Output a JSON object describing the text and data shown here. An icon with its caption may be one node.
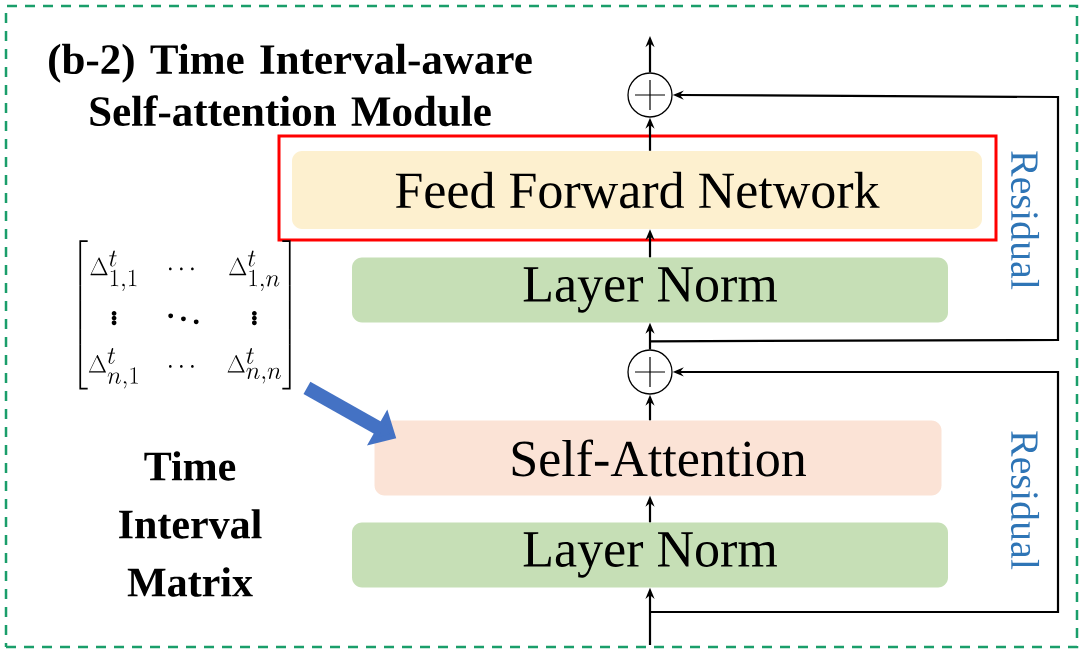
{
  "diagram": {
    "nodes": [
      {
        "text": [
          "(b-2) Time Interval-aware Self-attention Module"
        ]
      },
      {
        "text": [],
        "shape": "box",
        "in": 0
      },
      {
        "text": [
          "Feed Forward Network"
        ],
        "in": 1
      },
      {
        "text": [
          "Layer Norm"
        ],
        "in": 0
      },
      {
        "text": [
          "Self-Attention"
        ],
        "in": 0
      },
      {
        "text": [
          "Layer Norm"
        ],
        "in": 0
      },
      {
        "text": [],
        "shape": "circle",
        "in": 0
      },
      {
        "text": [],
        "shape": "circle",
        "in": 0
      },
      {
        "text": [
          "\\begin{bmatrix}\\Delta^t_{1,1} & \\cdots & \\Delta^t_{1,n}\\\\ \\vdots & \\ddots & \\vdots\\\\ \\Delta^t_{n,1} & \\cdots & \\Delta^t_{n,n}\\end{bmatrix}"
        ],
        "beside": [
          "Time Interval Matrix"
        ],
        "in": 0
      }
    ],
    "edges": [
      {
        "from": null,
        "to": 5,
        "arrow": "to"
      },
      {
        "from": 5,
        "to": 4,
        "arrow": "to"
      },
      {
        "from": 4,
        "to": 7,
        "arrow": "to"
      },
      {
        "from": null,
        "to": 7,
        "arrow": "to",
        "label": "Residual"
      },
      {
        "from": 7,
        "to": 3,
        "arrow": "to"
      },
      {
        "from": 3,
        "to": 2,
        "arrow": "to"
      },
      {
        "from": 2,
        "to": 6,
        "arrow": "to"
      },
      {
        "from": 7,
        "to": 6,
        "arrow": "to",
        "label": "Residual"
      },
      {
        "from": 6,
        "to": null,
        "arrow": "to"
      },
      {
        "from": 8,
        "to": 4,
        "arrow": "to",
        "style": "thick",
        "color": "#4472c4"
      }
    ]
  }
}
